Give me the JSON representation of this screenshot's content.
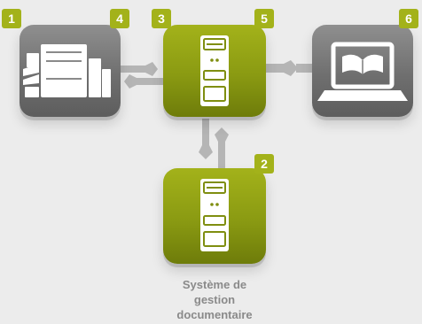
{
  "badges": {
    "printer_left": "1",
    "printer_right": "4",
    "server_left": "3",
    "server_right": "5",
    "laptop": "6",
    "dms": "2"
  },
  "caption": {
    "line1": "Système de",
    "line2": "gestion",
    "line3": "documentaire"
  },
  "colors": {
    "background": "#ececec",
    "accent_green": "#a3b21a",
    "tile_gray": "#7a7a7a",
    "connector": "#b5b5b5",
    "caption_text": "#8a8a8a"
  },
  "icons": {
    "printer": "production-printer-icon",
    "server": "server-tower-icon",
    "laptop": "laptop-icon",
    "dms": "server-tower-icon"
  }
}
